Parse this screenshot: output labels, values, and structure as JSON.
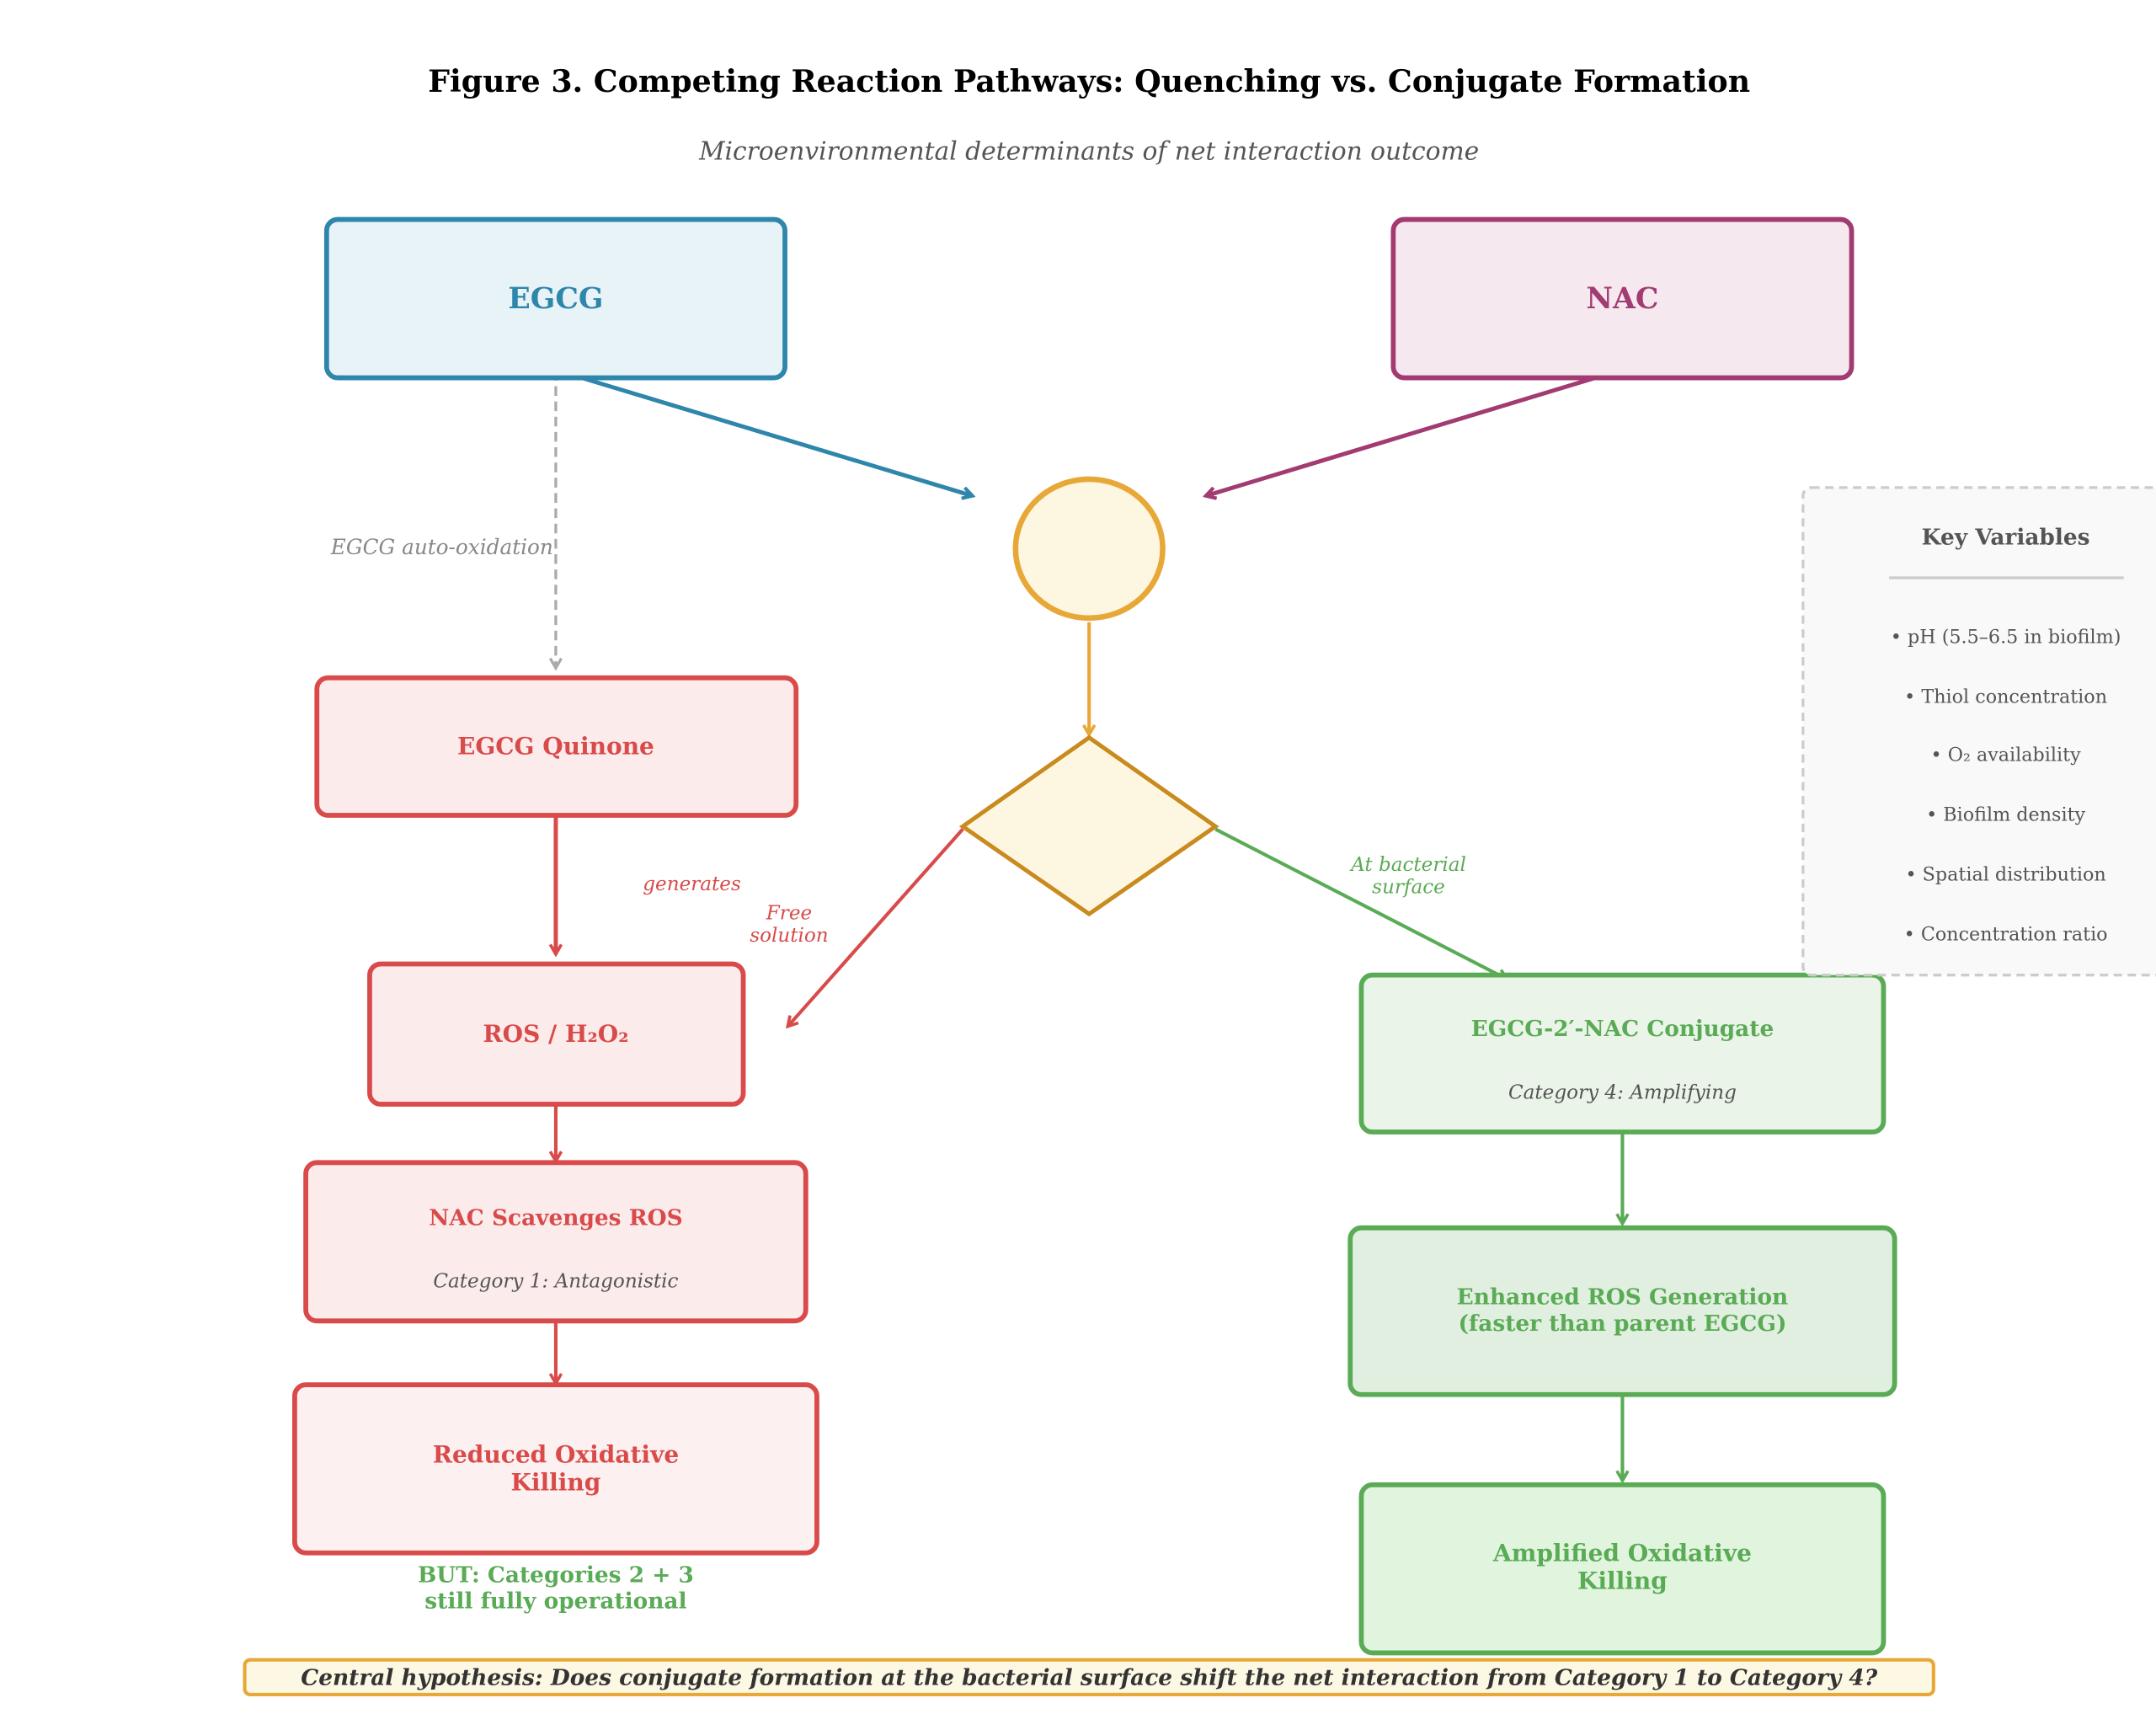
{
  "title": "Figure 3. Competing Reaction Pathways: Quenching vs. Conjugate Formation",
  "subtitle": "Microenvironmental determinants of net interaction outcome",
  "colors": {
    "egcg": "#2e86ab",
    "nac": "#a23b72",
    "quench": "#d94a4a",
    "conjugate": "#5aab55",
    "junction": "#e8a838",
    "decision": "#c98a1e"
  },
  "nodes": {
    "egcg": "EGCG",
    "nac": "NAC",
    "quinone": "EGCG Quinone",
    "ros": "ROS / H₂O₂",
    "scavenge": {
      "title": "NAC Scavenges ROS",
      "category": "Category 1: Antagonistic"
    },
    "reduced": {
      "line1": "Reduced Oxidative",
      "line2": "Killing"
    },
    "conjugate": {
      "title": "EGCG-2′-NAC Conjugate",
      "category": "Category 4: Amplifying"
    },
    "enhanced": {
      "line1": "Enhanced ROS Generation",
      "line2": "(faster than parent EGCG)"
    },
    "amplified": {
      "line1": "Amplified Oxidative",
      "line2": "Killing"
    }
  },
  "edge_labels": {
    "autoox": "EGCG auto-oxidation",
    "generates": "generates",
    "free1": "Free",
    "free2": "solution",
    "surf1": "At bacterial",
    "surf2": "surface"
  },
  "note": {
    "line1": "BUT: Categories 2 + 3",
    "line2": "still fully operational"
  },
  "key_variables": {
    "title": "Key Variables",
    "items": [
      "• pH (5.5–6.5 in biofilm)",
      "• Thiol concentration",
      "• O₂ availability",
      "• Biofilm density",
      "• Spatial distribution",
      "• Concentration ratio"
    ]
  },
  "hypothesis": "Central hypothesis: Does conjugate formation at the bacterial surface shift the net interaction from Category 1 to Category 4?"
}
